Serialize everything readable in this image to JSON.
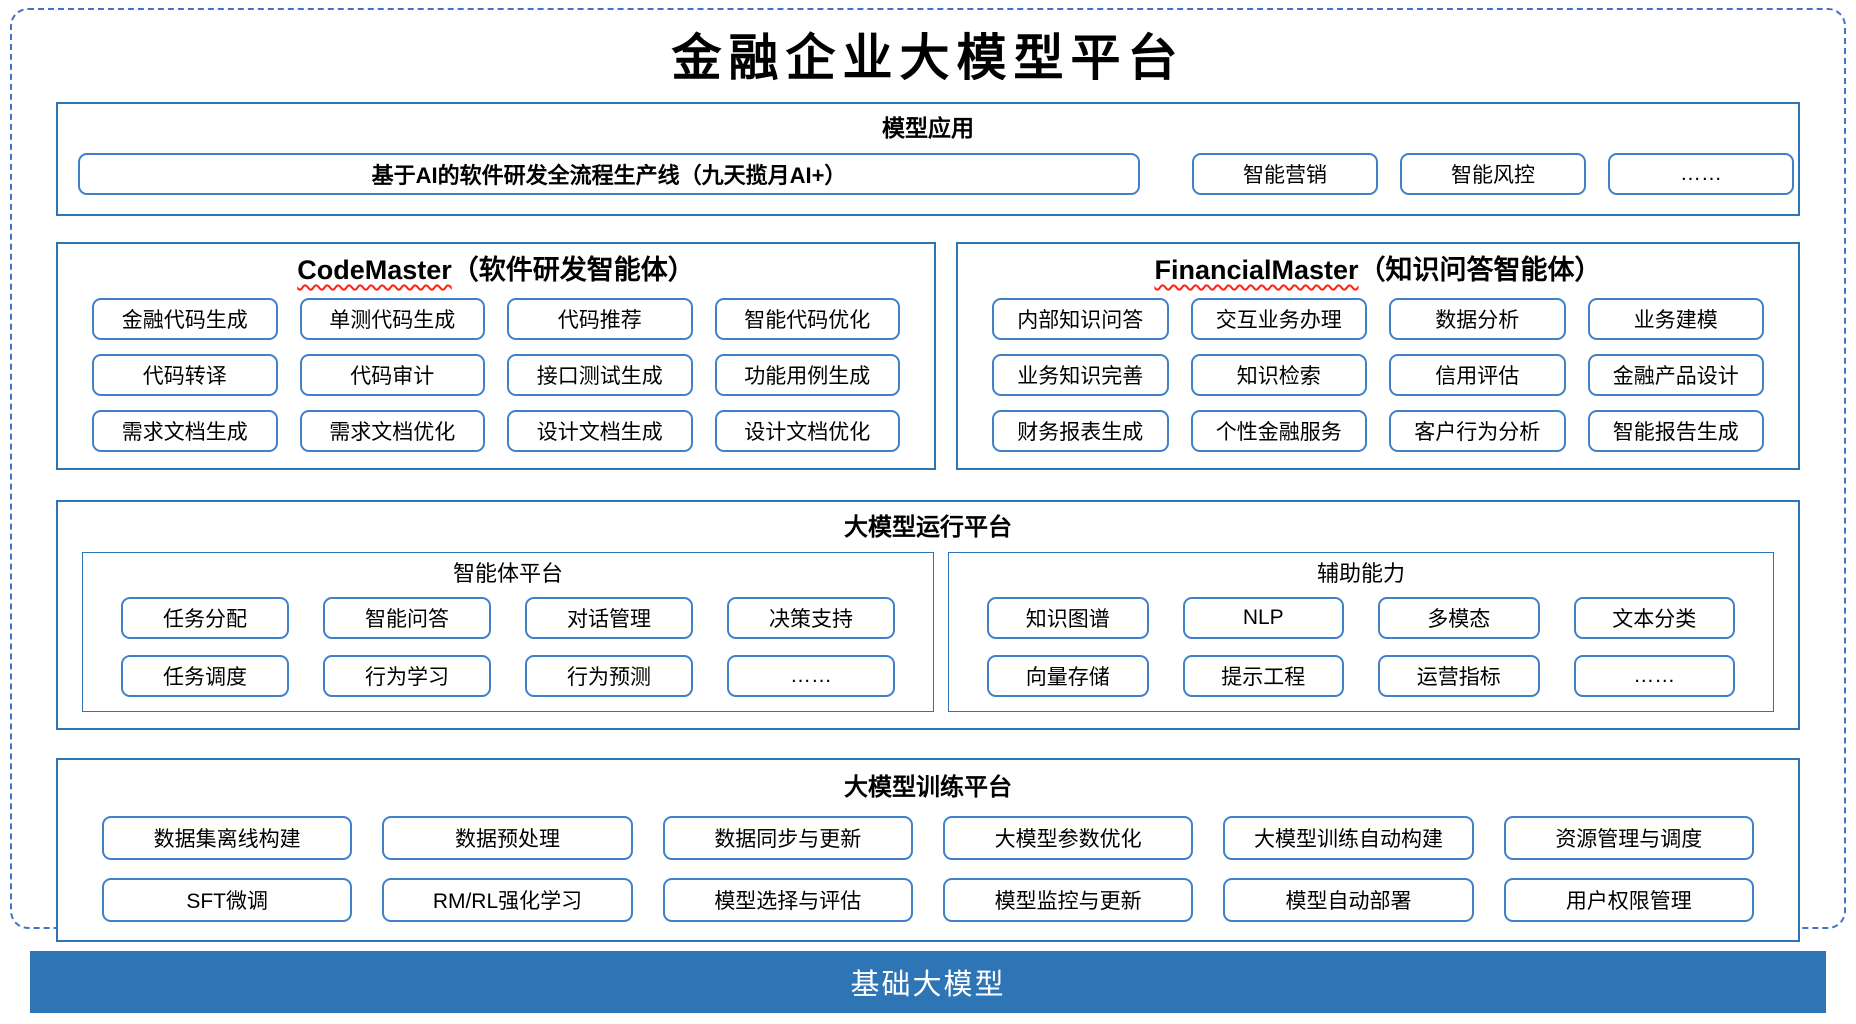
{
  "title": "金融企业大模型平台",
  "model_app": {
    "title": "模型应用",
    "wide_item": "基于AI的软件研发全流程生产线（九天揽月AI+）",
    "items": [
      "智能营销",
      "智能风控",
      "……"
    ]
  },
  "agents": [
    {
      "name_en": "CodeMaster",
      "name_cn": "（软件研发智能体）",
      "items": [
        "金融代码生成",
        "单测代码生成",
        "代码推荐",
        "智能代码优化",
        "代码转译",
        "代码审计",
        "接口测试生成",
        "功能用例生成",
        "需求文档生成",
        "需求文档优化",
        "设计文档生成",
        "设计文档优化"
      ]
    },
    {
      "name_en": "FinancialMaster",
      "name_cn": "（知识问答智能体）",
      "items": [
        "内部知识问答",
        "交互业务办理",
        "数据分析",
        "业务建模",
        "业务知识完善",
        "知识检索",
        "信用评估",
        "金融产品设计",
        "财务报表生成",
        "个性金融服务",
        "客户行为分析",
        "智能报告生成"
      ]
    }
  ],
  "runtime": {
    "title": "大模型运行平台",
    "groups": [
      {
        "title": "智能体平台",
        "items": [
          "任务分配",
          "智能问答",
          "对话管理",
          "决策支持",
          "任务调度",
          "行为学习",
          "行为预测",
          "……"
        ]
      },
      {
        "title": "辅助能力",
        "items": [
          "知识图谱",
          "NLP",
          "多模态",
          "文本分类",
          "向量存储",
          "提示工程",
          "运营指标",
          "……"
        ]
      }
    ]
  },
  "training": {
    "title": "大模型训练平台",
    "items": [
      "数据集离线构建",
      "数据预处理",
      "数据同步与更新",
      "大模型参数优化",
      "大模型训练自动构建",
      "资源管理与调度",
      "SFT微调",
      "RM/RL强化学习",
      "模型选择与评估",
      "模型监控与更新",
      "模型自动部署",
      "用户权限管理"
    ]
  },
  "foundation": {
    "label": "基础大模型"
  },
  "colors": {
    "section_border": "#2e75b6",
    "box_border": "#4080c8",
    "dashed_border": "#4472c4",
    "squiggle": "#ff2116",
    "bar_bg": "#2e75b6",
    "bar_text": "#ffffff"
  }
}
